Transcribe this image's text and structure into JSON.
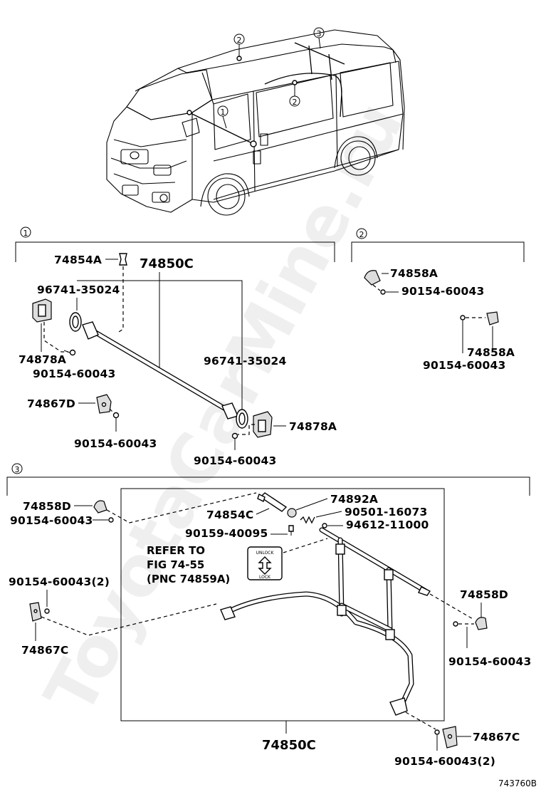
{
  "watermark": "ToyotaCarMine.ru",
  "sections": {
    "s1": {
      "marker": "1"
    },
    "s2": {
      "marker": "2"
    },
    "s3": {
      "marker": "3"
    }
  },
  "van_callouts": [
    "1",
    "2",
    "2",
    "3"
  ],
  "parts": {
    "p74854A": "74854A",
    "p74850C_top": "74850C",
    "p96741_1": "96741-35024",
    "p96741_2": "96741-35024",
    "p74878A_left": "74878A",
    "p74878A_right": "74878A",
    "p90154_s1_a": "90154-60043",
    "p90154_s1_b": "90154-60043",
    "p90154_s1_c": "90154-60043",
    "p74867D": "74867D",
    "p74858A_1": "74858A",
    "p74858A_2": "74858A",
    "p90154_s2_a": "90154-60043",
    "p90154_s2_b": "90154-60043",
    "p74858D_left": "74858D",
    "p90154_s3_a": "90154-60043",
    "p74854C": "74854C",
    "p74892A": "74892A",
    "p90501": "90501-16073",
    "p90159": "90159-40095",
    "p94612": "94612-11000",
    "p90154_s3_x2_left": "90154-60043(2)",
    "p74867C_left": "74867C",
    "p74858D_right": "74858D",
    "p90154_s3_b": "90154-60043",
    "p74867C_right": "74867C",
    "p90154_s3_x2_right": "90154-60043(2)",
    "p74850C_bottom": "74850C"
  },
  "refer": {
    "line1": "REFER TO",
    "line2": "FIG 74-55",
    "line3": "(PNC 74859A)"
  },
  "lock_labels": {
    "top": "UNLOCK",
    "bottom": "LOCK"
  },
  "figure_id": "743760B"
}
